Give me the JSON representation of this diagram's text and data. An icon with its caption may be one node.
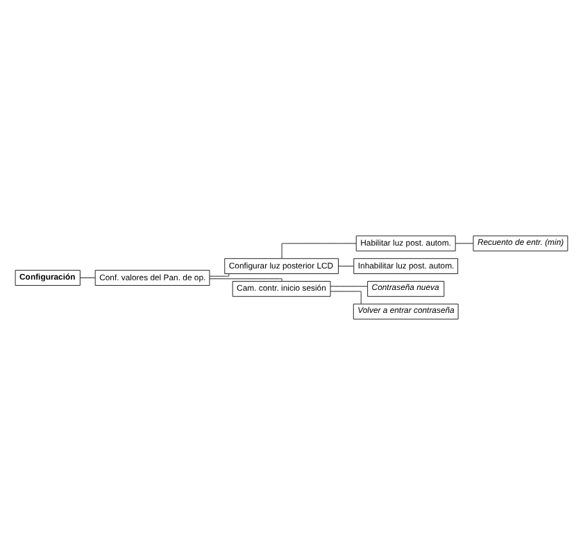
{
  "diagram": {
    "nodes": [
      {
        "text": [
          "Configuración"
        ]
      },
      {
        "text": [
          "Conf. valores del Pan. de op."
        ]
      },
      {
        "text": [
          "Configurar luz posterior LCD"
        ]
      },
      {
        "text": [
          "Habilitar luz post. autom."
        ]
      },
      {
        "text": [
          "Recuento de entr. (min)"
        ]
      },
      {
        "text": [
          "Inhabilitar luz post. autom."
        ]
      },
      {
        "text": [
          "Cam. contr. inicio sesión"
        ]
      },
      {
        "text": [
          "Contraseña nueva"
        ]
      },
      {
        "text": [
          "Volver a entrar contraseña"
        ]
      }
    ],
    "edges": [
      {
        "from": 0,
        "to": 1,
        "arrow": "none"
      },
      {
        "from": 1,
        "to": 2,
        "arrow": "none"
      },
      {
        "from": 2,
        "to": 3,
        "arrow": "none"
      },
      {
        "from": 3,
        "to": 4,
        "arrow": "none"
      },
      {
        "from": 2,
        "to": 5,
        "arrow": "none"
      },
      {
        "from": 1,
        "to": 6,
        "arrow": "none"
      },
      {
        "from": 6,
        "to": 7,
        "arrow": "none"
      },
      {
        "from": 6,
        "to": 8,
        "arrow": "none"
      }
    ]
  }
}
